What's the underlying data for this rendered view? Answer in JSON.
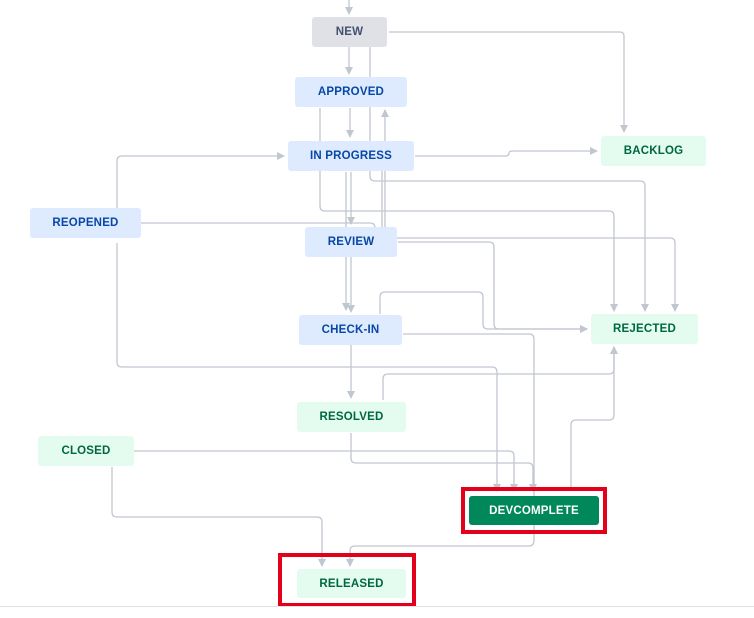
{
  "workflow": {
    "statuses": {
      "new": "NEW",
      "approved": "APPROVED",
      "in_progress": "IN PROGRESS",
      "backlog": "BACKLOG",
      "reopened": "REOPENED",
      "review": "REVIEW",
      "check_in": "CHECK-IN",
      "rejected": "REJECTED",
      "resolved": "RESOLVED",
      "closed": "CLOSED",
      "devcomplete": "DEVCOMPLETE",
      "released": "RELEASED"
    },
    "colors": {
      "grey_bg": "#dfe1e6",
      "grey_text": "#42526e",
      "blue_bg": "#deebff",
      "blue_text": "#0747a6",
      "green_bg": "#e3fcef",
      "green_text": "#006644",
      "selected_bg": "#00875a",
      "selected_text": "#ffffff",
      "connector": "#c1c7d0",
      "highlight_border": "#e3001b"
    },
    "highlighted_statuses": [
      "DEVCOMPLETE",
      "RELEASED"
    ]
  }
}
